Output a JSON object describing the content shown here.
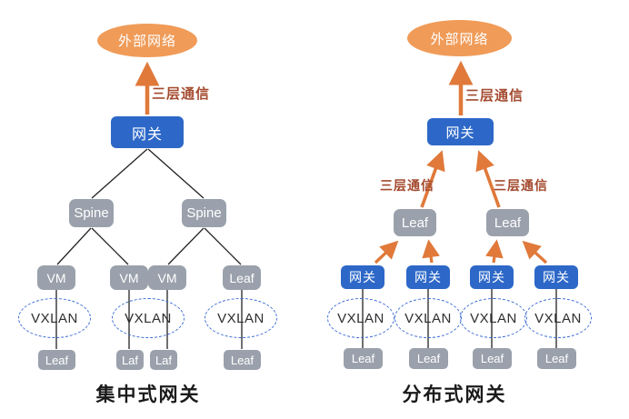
{
  "colors": {
    "ellipse_orange": "#F09B58",
    "box_blue": "#2D68C8",
    "box_gray": "#9AA1AC",
    "arrow_orange": "#E0793A",
    "dashed_ellipse_blue": "#3E6ED6",
    "l3_label_text": "#A34A2E",
    "line_black": "#222222"
  },
  "left": {
    "external_network": "外部网络",
    "l3_label": "三层通信",
    "gateway": "网关",
    "spines": [
      "Spine",
      "Spine"
    ],
    "mid_nodes": [
      "VM",
      "VM",
      "VM",
      "Leaf"
    ],
    "vxlans": [
      "VXLAN",
      "VXLAN",
      "VXLAN"
    ],
    "bottom_nodes": [
      "Leaf",
      "Laf",
      "Laf",
      "Leaf"
    ],
    "caption": "集中式网关"
  },
  "right": {
    "external_network": "外部网络",
    "l3_top": "三层通信",
    "l3_left": "三层通信",
    "l3_right": "三层通信",
    "gateway": "网关",
    "agg_leafs": [
      "Leaf",
      "Leaf"
    ],
    "gateways": [
      "网关",
      "网关",
      "网关",
      "网关"
    ],
    "vxlans": [
      "VXLAN",
      "VXLAN",
      "VXLAN",
      "VXLAN"
    ],
    "bottom_nodes": [
      "Leaf",
      "Leaf",
      "Leaf",
      "Leaf"
    ],
    "caption": "分布式网关"
  }
}
